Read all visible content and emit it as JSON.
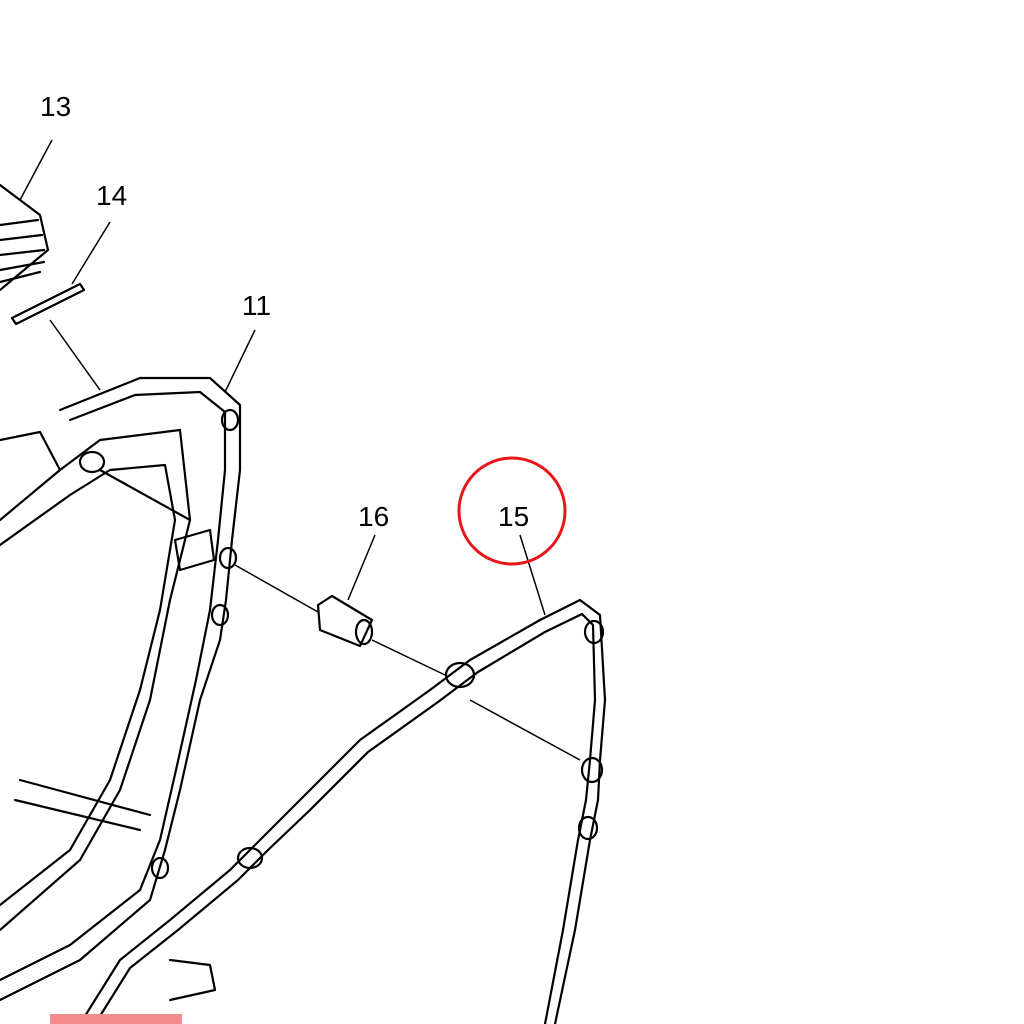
{
  "diagram": {
    "type": "exploded parts diagram",
    "callouts": [
      {
        "id": "13",
        "label": "13"
      },
      {
        "id": "14",
        "label": "14"
      },
      {
        "id": "11",
        "label": "11"
      },
      {
        "id": "16",
        "label": "16"
      },
      {
        "id": "15",
        "label": "15",
        "highlighted": true
      }
    ],
    "colors": {
      "line": "#000000",
      "highlight": "#e8161b",
      "bottom_bar": "#f58a8e"
    }
  }
}
